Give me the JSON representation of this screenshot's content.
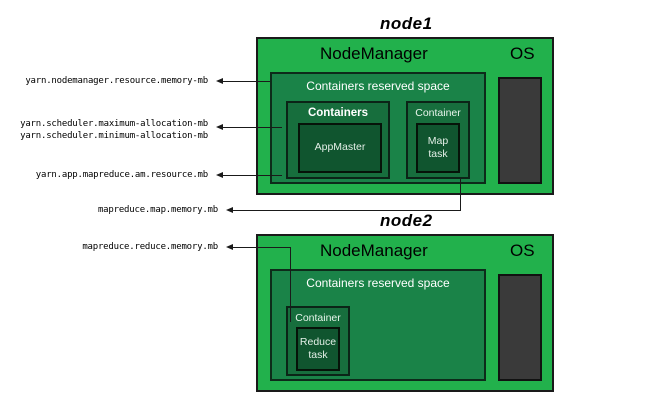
{
  "diagram": {
    "title_node1": "node1",
    "title_node2": "node2"
  },
  "node1": {
    "label": "node1",
    "nodemanager_label": "NodeManager",
    "os_label": "OS",
    "reserved_label": "Containers reserved space",
    "containers_group_label": "Containers",
    "appmaster_label": "AppMaster",
    "container_label": "Container",
    "map_task_label": "Map\ntask",
    "map_task_line1": "Map",
    "map_task_line2": "task"
  },
  "node2": {
    "label": "node2",
    "nodemanager_label": "NodeManager",
    "os_label": "OS",
    "reserved_label": "Containers reserved space",
    "container_label": "Container",
    "reduce_task_line1": "Reduce",
    "reduce_task_line2": "task"
  },
  "annotations": {
    "nodemanager_resource_memory": "yarn.nodemanager.resource.memory-mb",
    "scheduler_maximum_allocation": "yarn.scheduler.maximum-allocation-mb",
    "scheduler_minimum_allocation": "yarn.scheduler.minimum-allocation-mb",
    "am_resource": "yarn.app.mapreduce.am.resource.mb",
    "map_memory": "mapreduce.map.memory.mb",
    "reduce_memory": "mapreduce.reduce.memory.mb"
  },
  "colors": {
    "node_green": "#22b14c",
    "reserved_green": "#1a8348",
    "containers_green": "#176e3d",
    "task_green": "#10552f",
    "os_gray": "#3a3a3a",
    "line_black": "#1a1a1a",
    "background": "#ffffff"
  }
}
